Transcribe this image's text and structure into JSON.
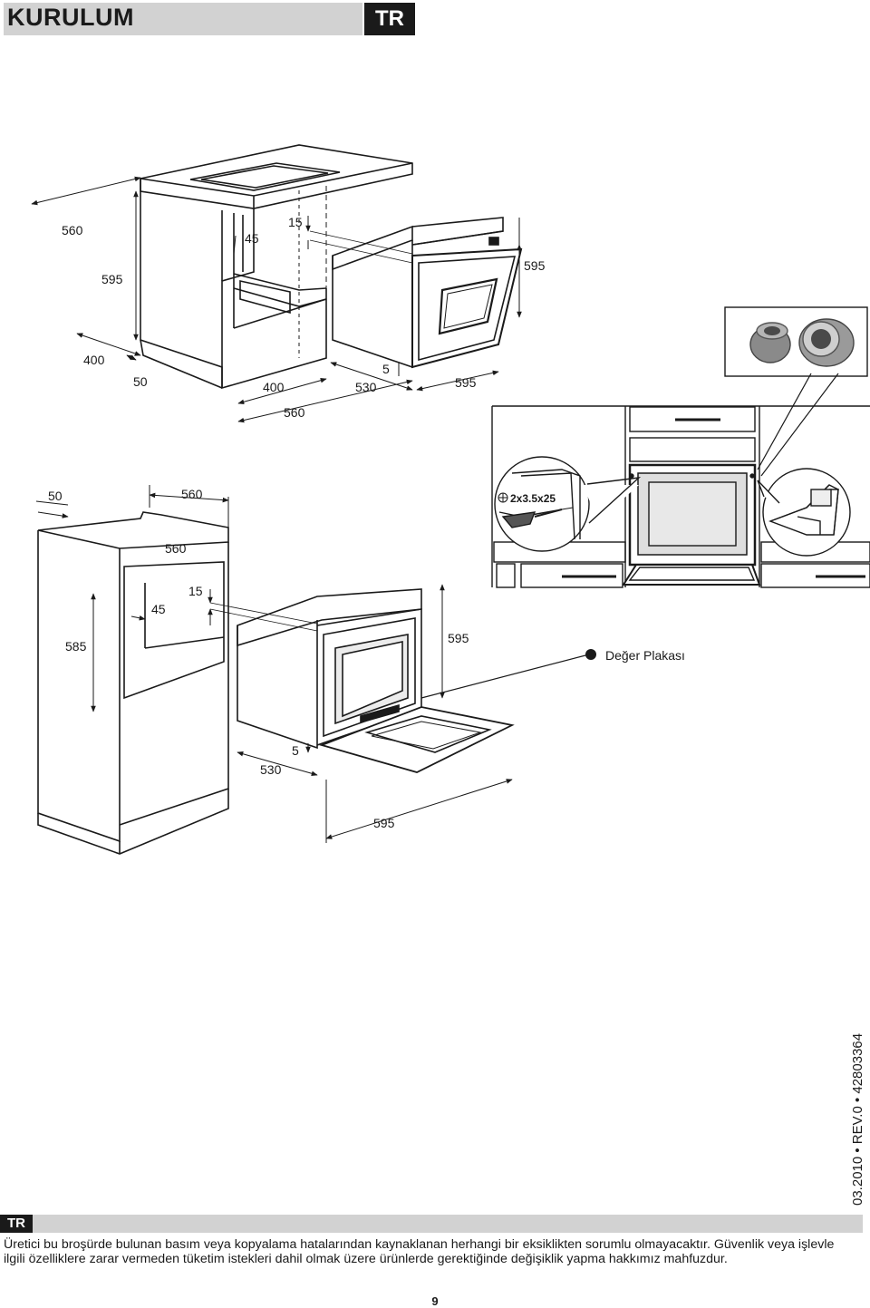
{
  "header": {
    "title": "KURULUM",
    "language": "TR"
  },
  "figure1": {
    "dim_560_top": "560",
    "dim_595_left": "595",
    "dim_45": "45",
    "dim_15": "15",
    "dim_400_a": "400",
    "dim_50": "50",
    "dim_400_b": "400",
    "dim_560_bottom": "560",
    "dim_5": "5",
    "dim_530": "530",
    "dim_595_front": "595",
    "dim_595_right": "595"
  },
  "figure2": {
    "screw_label": "2x3.5x25"
  },
  "figure3": {
    "dim_50": "50",
    "dim_560_a": "560",
    "dim_560_b": "560",
    "dim_45": "45",
    "dim_15": "15",
    "dim_585": "585",
    "dim_595_right": "595",
    "dim_5": "5",
    "dim_530": "530",
    "dim_595_bottom": "595",
    "rating_plate_label": "Değer Plakası"
  },
  "side_code": "03.2010 • REV.0 • 42803364",
  "footer": {
    "language": "TR",
    "disclaimer": "Üretici bu broşürde bulunan basım veya kopyalama hatalarından kaynaklanan herhangi bir eksiklikten sorumlu olmayacaktır. Güvenlik veya işlevle ilgili özelliklere zarar vermeden tüketim istekleri dahil olmak üzere ürünlerde gerektiğinde değişiklik yapma hakkımız mahfuzdur.",
    "page_number": "9"
  }
}
